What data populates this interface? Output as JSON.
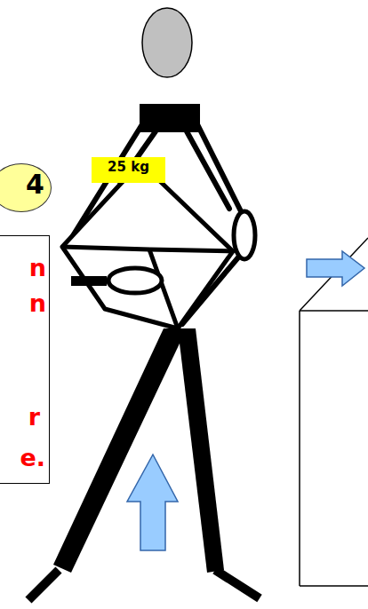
{
  "diagram": {
    "nodes": [
      {
        "text": [
          "4"
        ]
      },
      {
        "text": [
          "n",
          "n",
          "r",
          "e."
        ]
      },
      {
        "text": [
          "25 kg"
        ]
      }
    ]
  }
}
